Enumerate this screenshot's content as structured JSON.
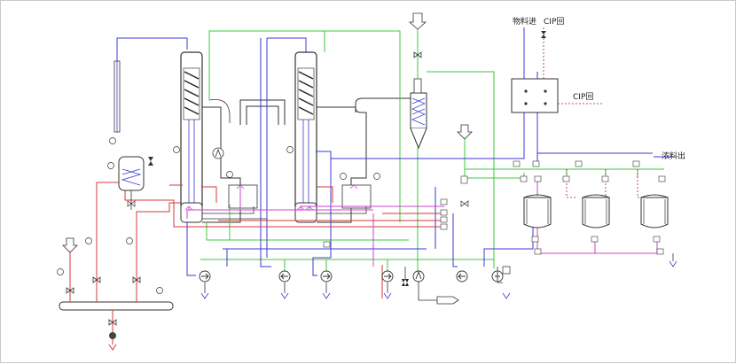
{
  "labels": {
    "feed_in": "物料进",
    "cip_return_top": "CIP回",
    "cip_return_side": "CIP回",
    "product_out": "浓料出"
  },
  "colors": {
    "steam": "#d33a3a",
    "vapor": "#3a3ad6",
    "cooling_water": "#3cc83c",
    "condensate": "#3fa79a",
    "cip": "#cc44cc",
    "vessel": "#333333",
    "dashed_cip": "#aa2222"
  },
  "icons": [
    "pump-icon",
    "valve-icon",
    "gauge-icon",
    "tank-icon",
    "arrow-down-icon",
    "coil-icon",
    "ground-icon"
  ]
}
